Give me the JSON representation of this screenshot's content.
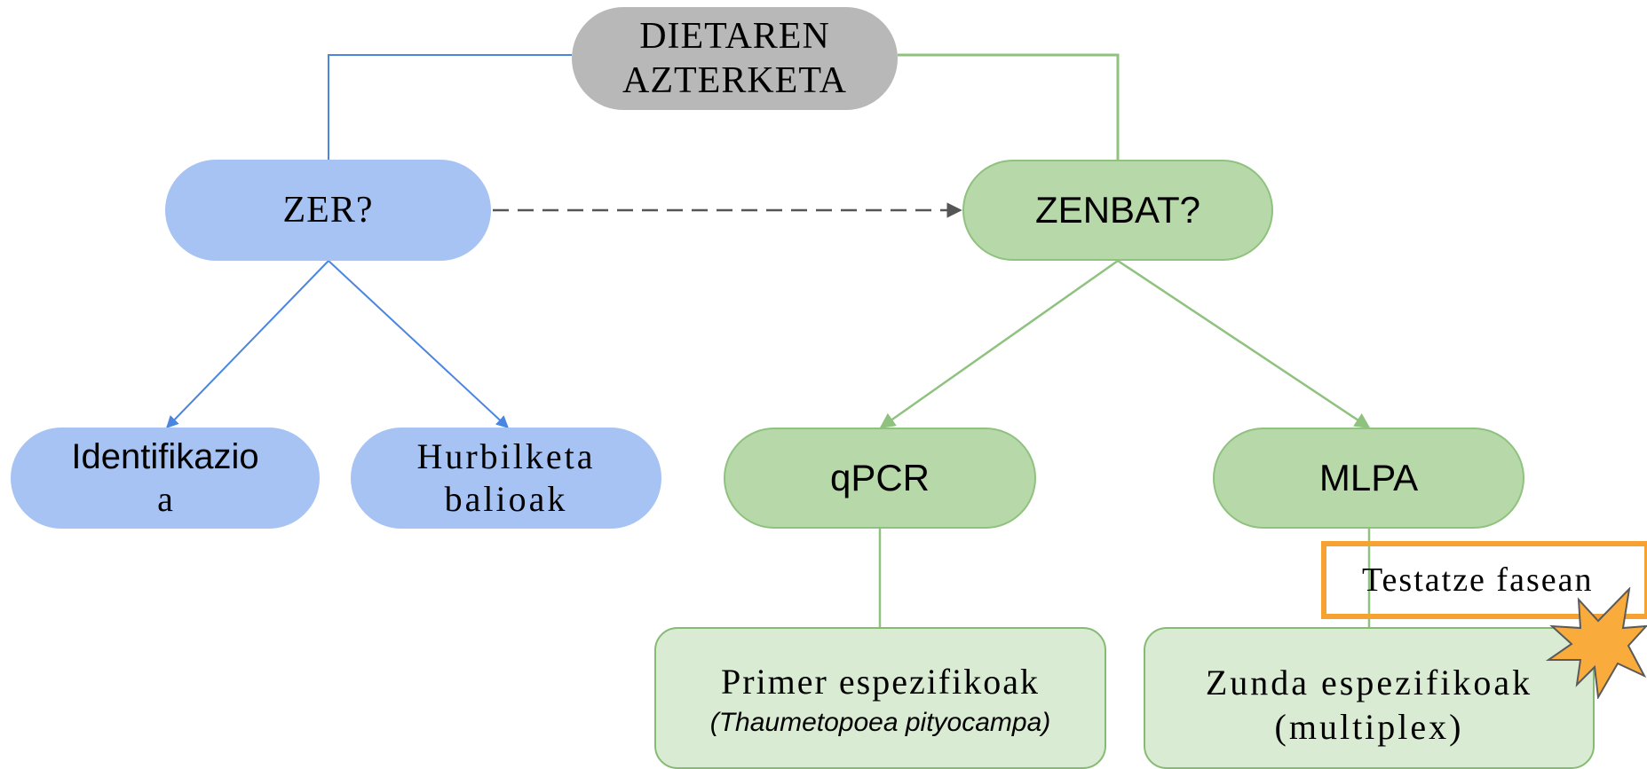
{
  "diagram": {
    "root": "DIETAREN AZTERKETA",
    "root_lines": [
      "DIETAREN",
      "AZTERKETA"
    ],
    "zer": "ZER?",
    "zenbat": "ZENBAT?",
    "identifikazioa_lines": [
      "Identifikazio",
      "a"
    ],
    "hurbilketa_lines": [
      "Hurbilketa",
      "balioak"
    ],
    "qpcr": "qPCR",
    "mlpa": "MLPA",
    "primer_lines": [
      "Primer espezifikoak",
      "(Thaumetopoea pityocampa)"
    ],
    "zunda_lines": [
      "Zunda espezifikoak",
      "(multiplex)"
    ],
    "testatze": "Testatze fasean"
  },
  "colors": {
    "root_fill": "#b8b8b8",
    "blue_fill": "#a6c3f3",
    "blue_line": "#4a86e0",
    "green_fill": "#b7d9a9",
    "green_line": "#8fc27e",
    "light_green_fill": "#d9ebd2",
    "dashed_arrow": "#555555",
    "highlight_border": "#f5a233",
    "star_fill": "#f9ab3c"
  }
}
